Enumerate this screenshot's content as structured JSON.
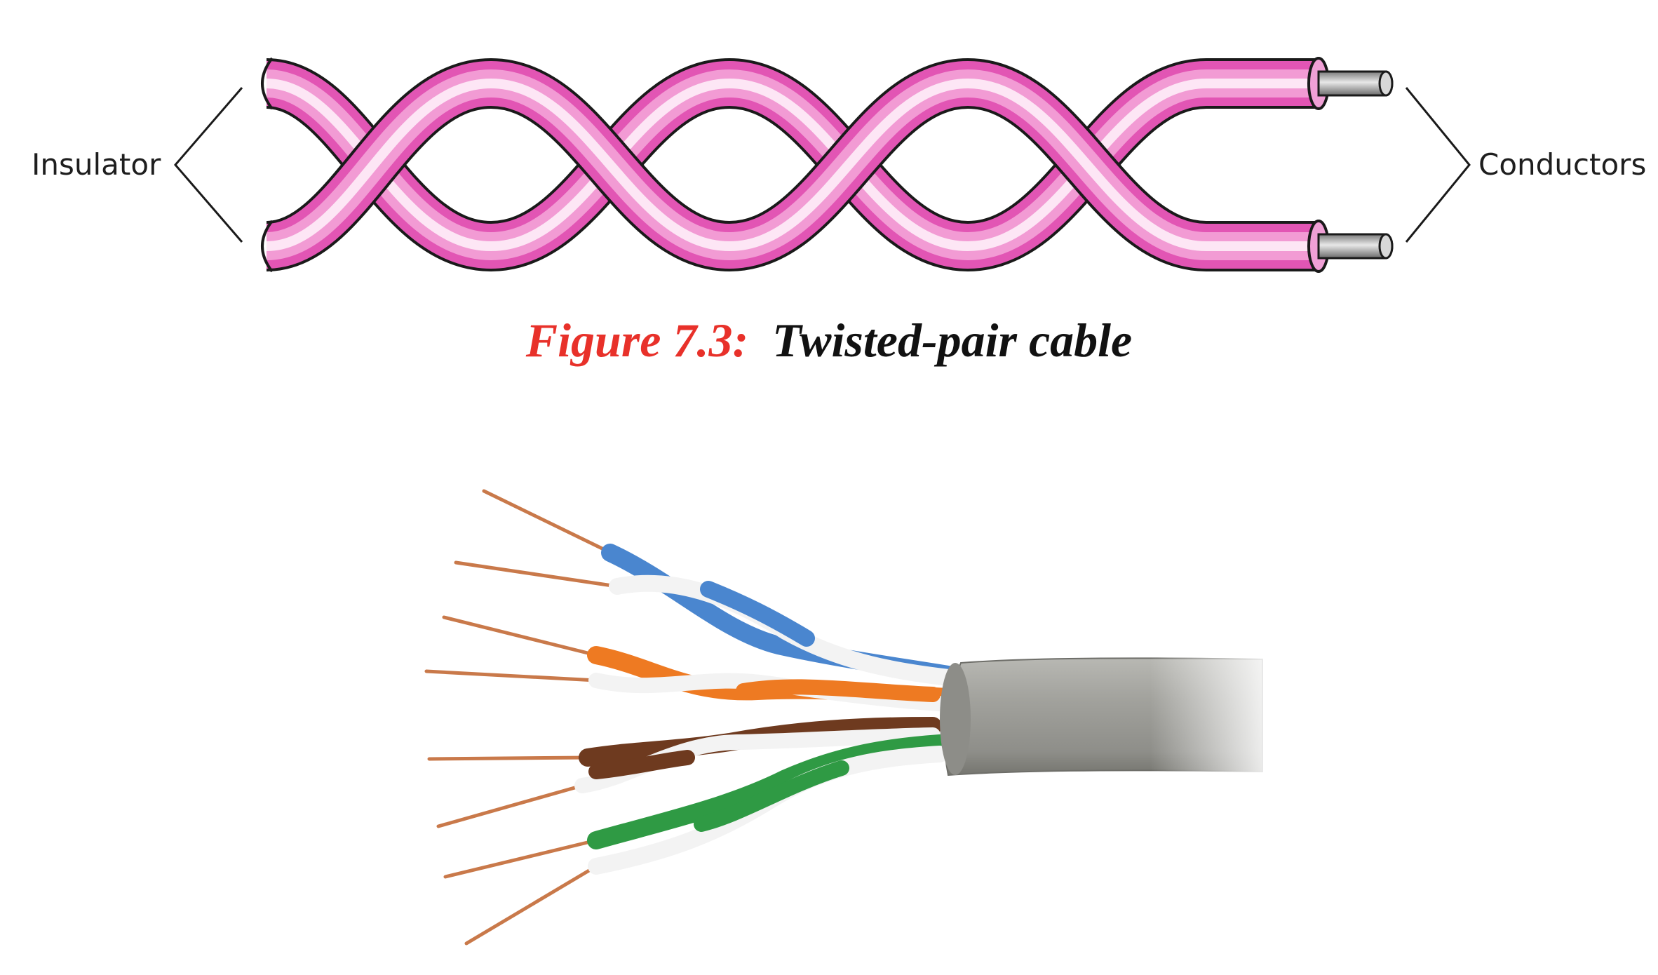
{
  "diagram": {
    "labels": {
      "insulator": "Insulator",
      "conductors": "Conductors"
    },
    "colors": {
      "insulation_edge": "#e050b0",
      "insulation_mid": "#f3a6d8",
      "insulation_highlight": "#fdeef8",
      "outline": "#1a1a1a",
      "conductor": "#a8a8a8"
    }
  },
  "caption": {
    "number": "Figure 7.3:",
    "text": "Twisted-pair cable"
  },
  "photo": {
    "jacket_color": "#9a9a95",
    "pairs": [
      {
        "name": "blue",
        "color": "#4a86cf"
      },
      {
        "name": "orange",
        "color": "#ee7a22"
      },
      {
        "name": "brown",
        "color": "#6e3a1f"
      },
      {
        "name": "green",
        "color": "#2f9a44"
      }
    ],
    "copper_color": "#c9794a"
  }
}
